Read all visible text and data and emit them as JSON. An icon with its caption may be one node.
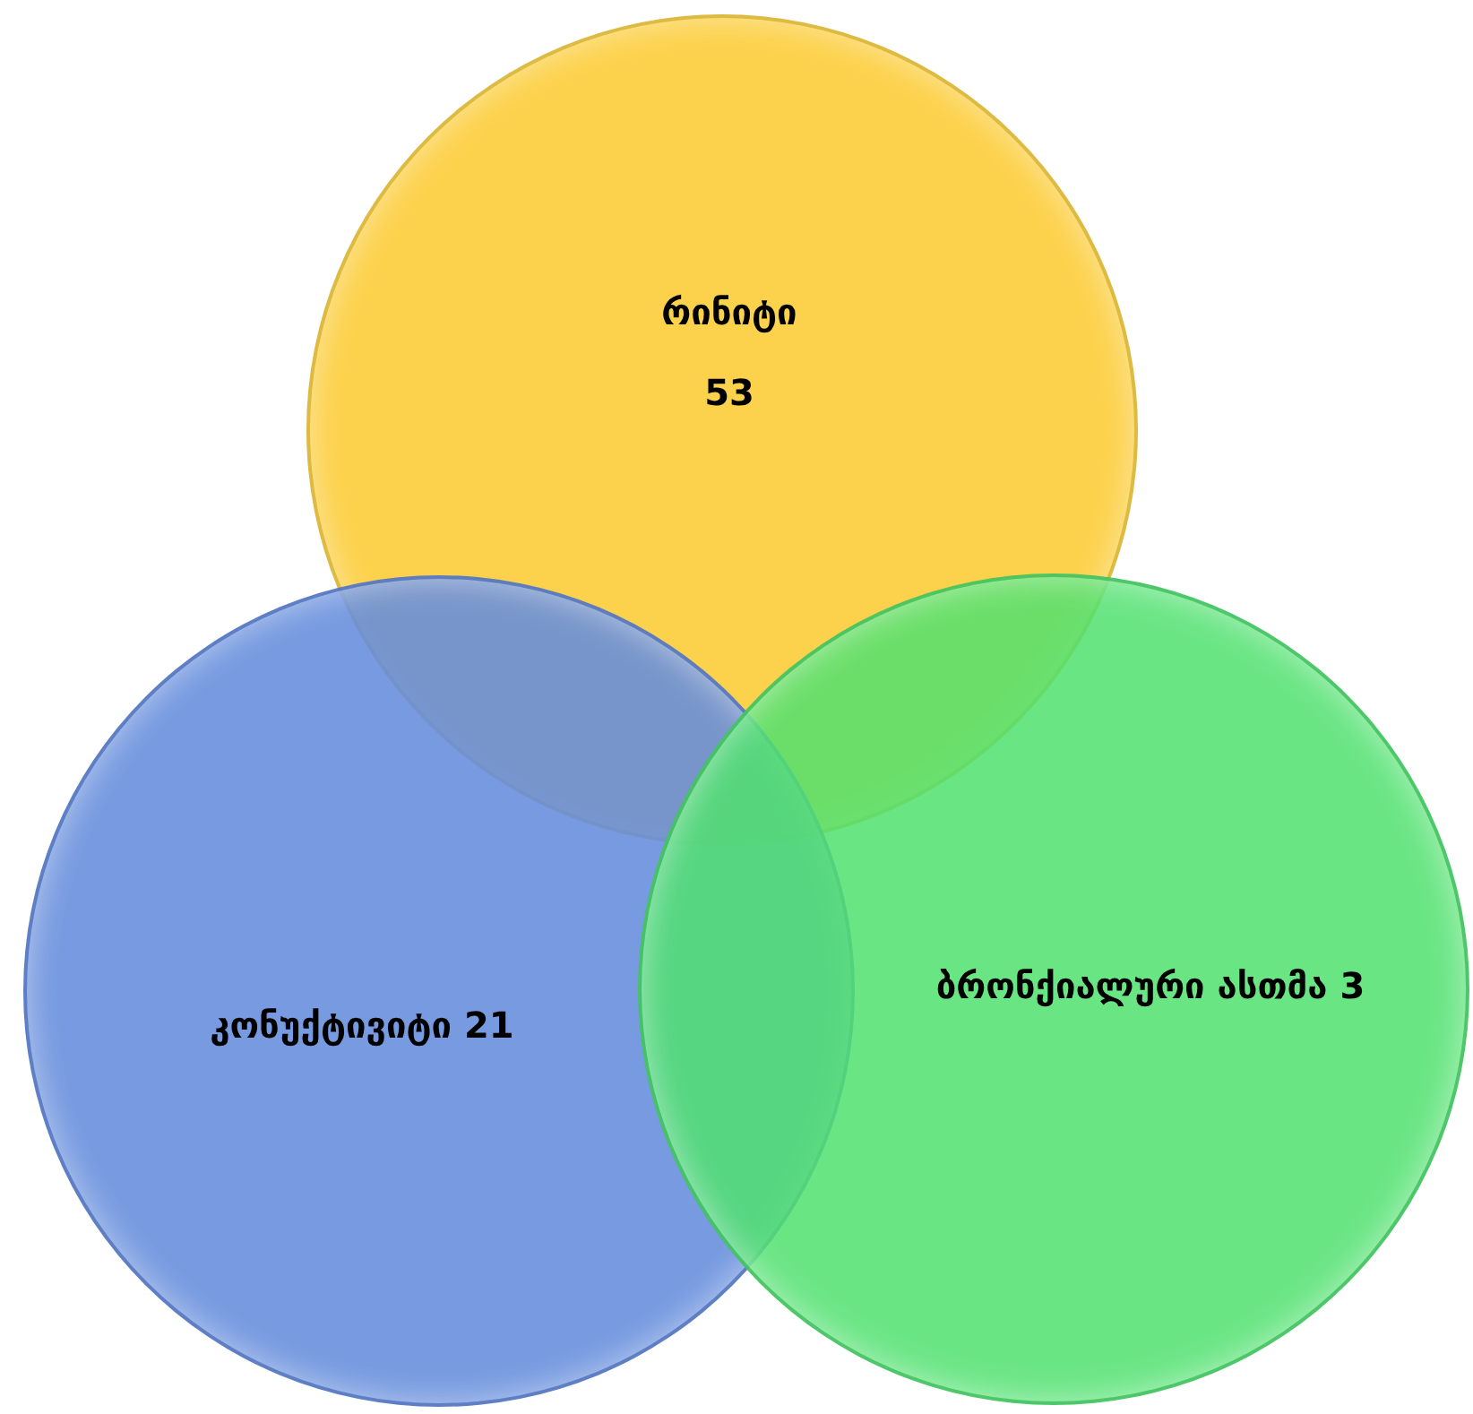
{
  "diagram": {
    "nodes": [
      {
        "text": [
          "რინიტი",
          "53"
        ]
      },
      {
        "text": [
          "კონუქტივიტი 21"
        ]
      },
      {
        "text": [
          "ბრონქიალური ასთმა 3"
        ]
      }
    ]
  }
}
